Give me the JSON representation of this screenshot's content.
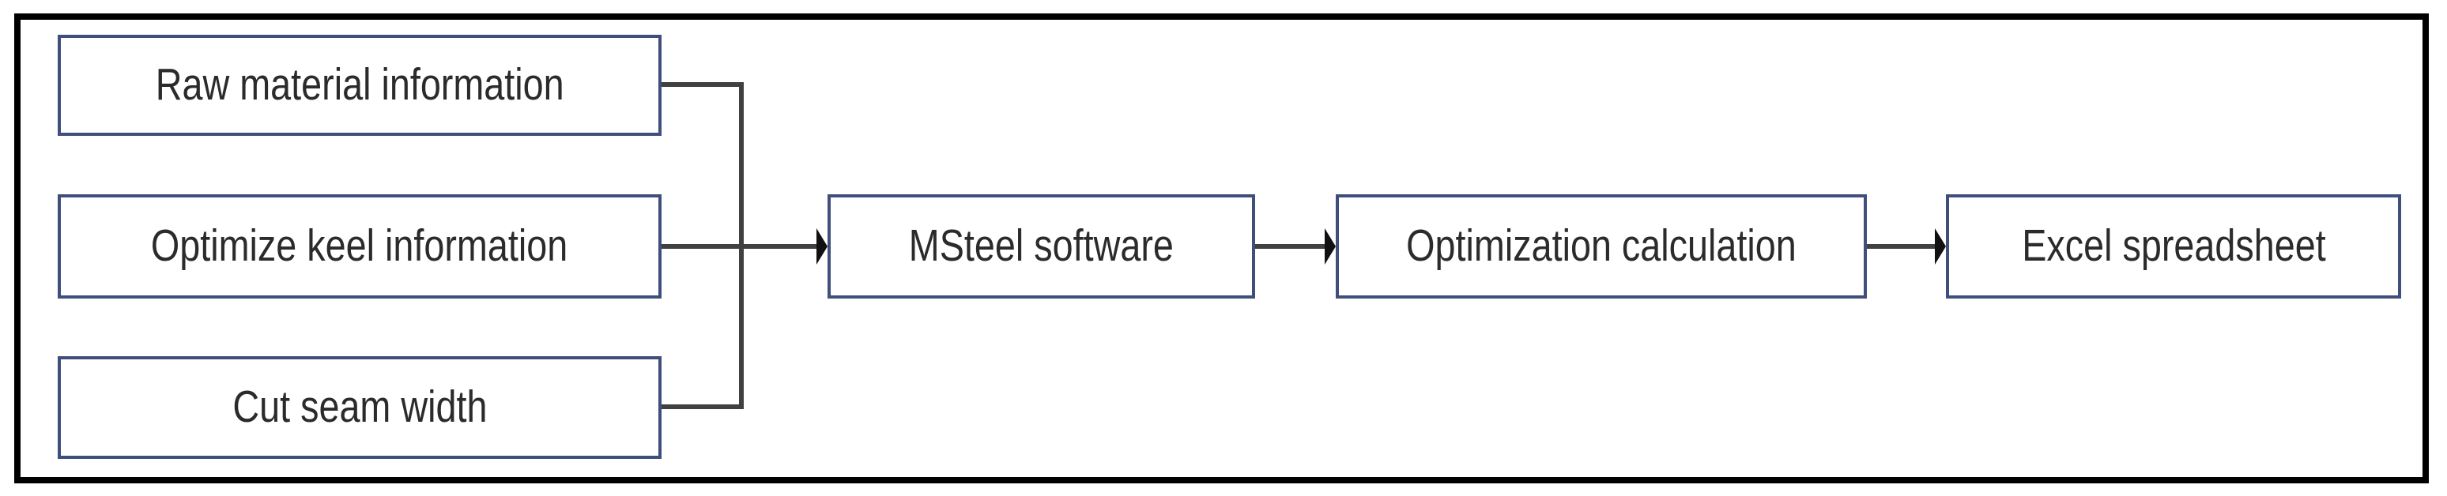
{
  "diagram": {
    "title": "MSteel optimization workflow flowchart",
    "frame": {
      "border_color": "#000000",
      "background": "#ffffff"
    },
    "style": {
      "node_border_color": "#404e7c",
      "node_fill_color": "#ffffff",
      "connector_color": "#404040",
      "arrowhead_color": "#111111",
      "text_color": "#2b2b2b"
    },
    "inputs": [
      {
        "id": "raw-material-information",
        "label": "Raw material information"
      },
      {
        "id": "optimize-keel-information",
        "label": "Optimize keel information"
      },
      {
        "id": "cut-seam-width",
        "label": "Cut seam width"
      }
    ],
    "pipeline": [
      {
        "id": "msteel-software",
        "label": "MSteel software"
      },
      {
        "id": "optimization-calculation",
        "label": "Optimization calculation"
      },
      {
        "id": "excel-spreadsheet",
        "label": "Excel spreadsheet"
      }
    ],
    "edges": [
      {
        "from": "raw-material-information",
        "to": "msteel-software",
        "arrow": false,
        "routing": "elbow-to-bus"
      },
      {
        "from": "optimize-keel-information",
        "to": "msteel-software",
        "arrow": true,
        "routing": "straight"
      },
      {
        "from": "cut-seam-width",
        "to": "msteel-software",
        "arrow": false,
        "routing": "elbow-to-bus"
      },
      {
        "from": "msteel-software",
        "to": "optimization-calculation",
        "arrow": true,
        "routing": "straight"
      },
      {
        "from": "optimization-calculation",
        "to": "excel-spreadsheet",
        "arrow": true,
        "routing": "straight"
      }
    ]
  }
}
